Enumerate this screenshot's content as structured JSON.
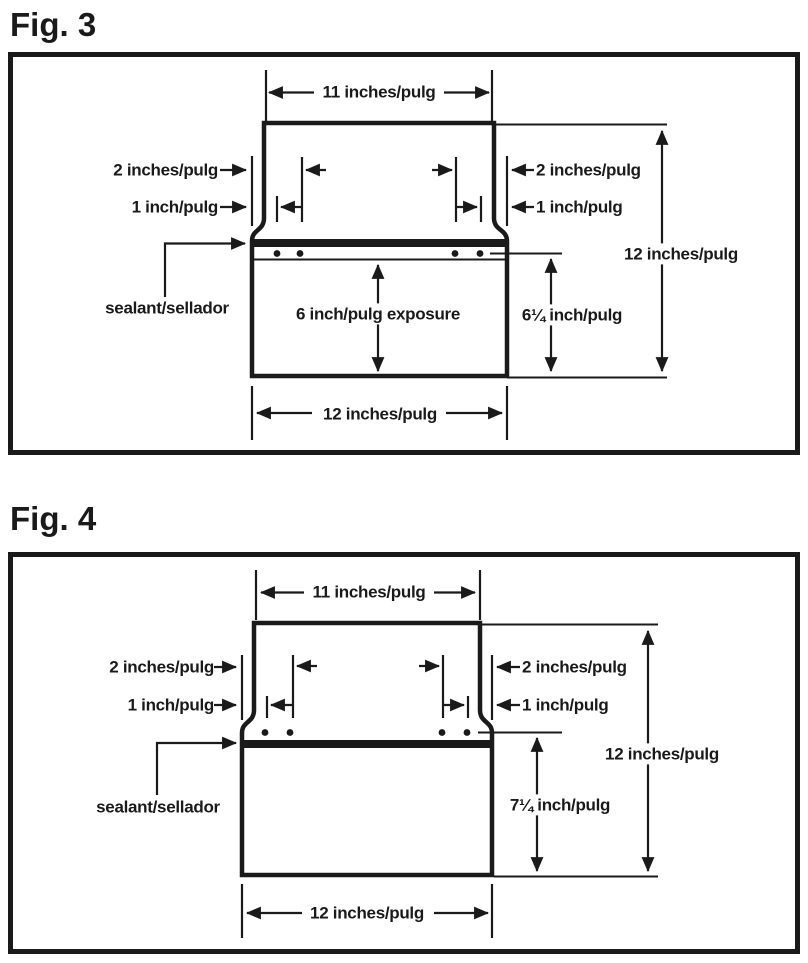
{
  "colors": {
    "ink": "#1a1a1a",
    "background": "#ffffff"
  },
  "figure3": {
    "title": "Fig. 3",
    "labels": {
      "top_width": "11 inches/pulg",
      "left_offset_2": "2 inches/pulg",
      "left_offset_1": "1 inch/pulg",
      "right_offset_2": "2 inches/pulg",
      "right_offset_1": "1 inch/pulg",
      "total_height": "12 inches/pulg",
      "sealant": "sealant/sellador",
      "exposure": "6 inch/pulg exposure",
      "lower_height": "6¼ inch/pulg",
      "bottom_width": "12 inches/pulg"
    }
  },
  "figure4": {
    "title": "Fig. 4",
    "labels": {
      "top_width": "11 inches/pulg",
      "left_offset_2": "2 inches/pulg",
      "left_offset_1": "1 inch/pulg",
      "right_offset_2": "2 inches/pulg",
      "right_offset_1": "1 inch/pulg",
      "total_height": "12 inches/pulg",
      "sealant": "sealant/sellador",
      "lower_height": "7¼ inch/pulg",
      "bottom_width": "12 inches/pulg"
    }
  }
}
